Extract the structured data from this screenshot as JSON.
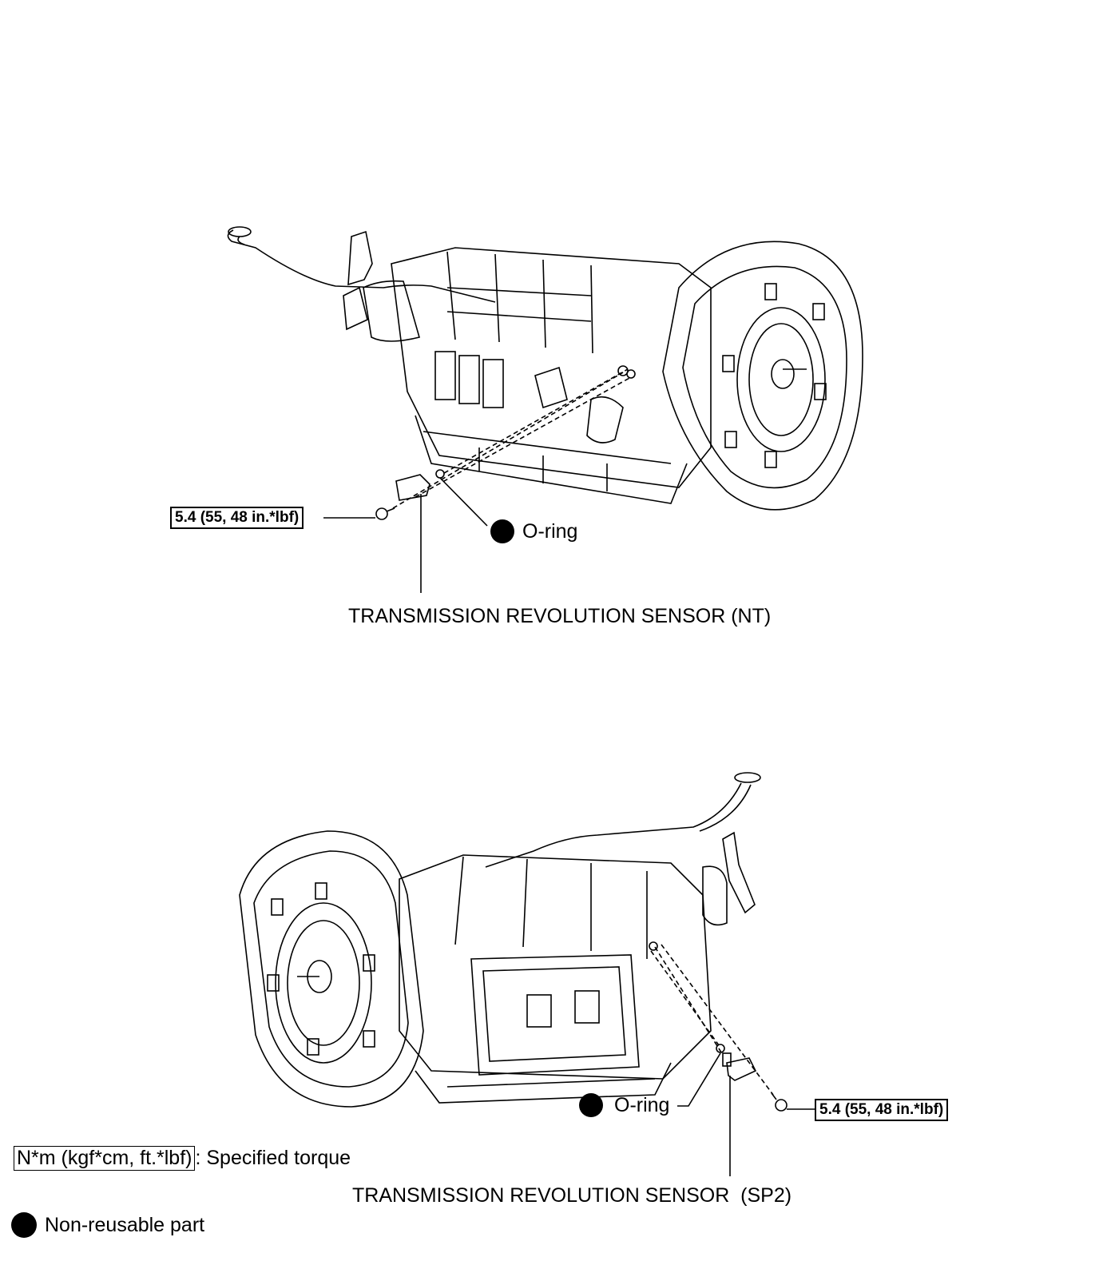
{
  "top_diagram": {
    "torque_label": "5.4 (55, 48 in.*lbf)",
    "oring_label": "O-ring",
    "sensor_label": "TRANSMISSION REVOLUTION SENSOR (NT)"
  },
  "bottom_diagram": {
    "torque_label": "5.4 (55, 48 in.*lbf)",
    "oring_label": "O-ring",
    "sensor_label": "TRANSMISSION REVOLUTION SENSOR  (SP2)"
  },
  "legend": {
    "torque_box": "N*m (kgf*cm, ft.*lbf)",
    "torque_text": ": Specified torque",
    "nonreusable_text": "Non-reusable part"
  }
}
